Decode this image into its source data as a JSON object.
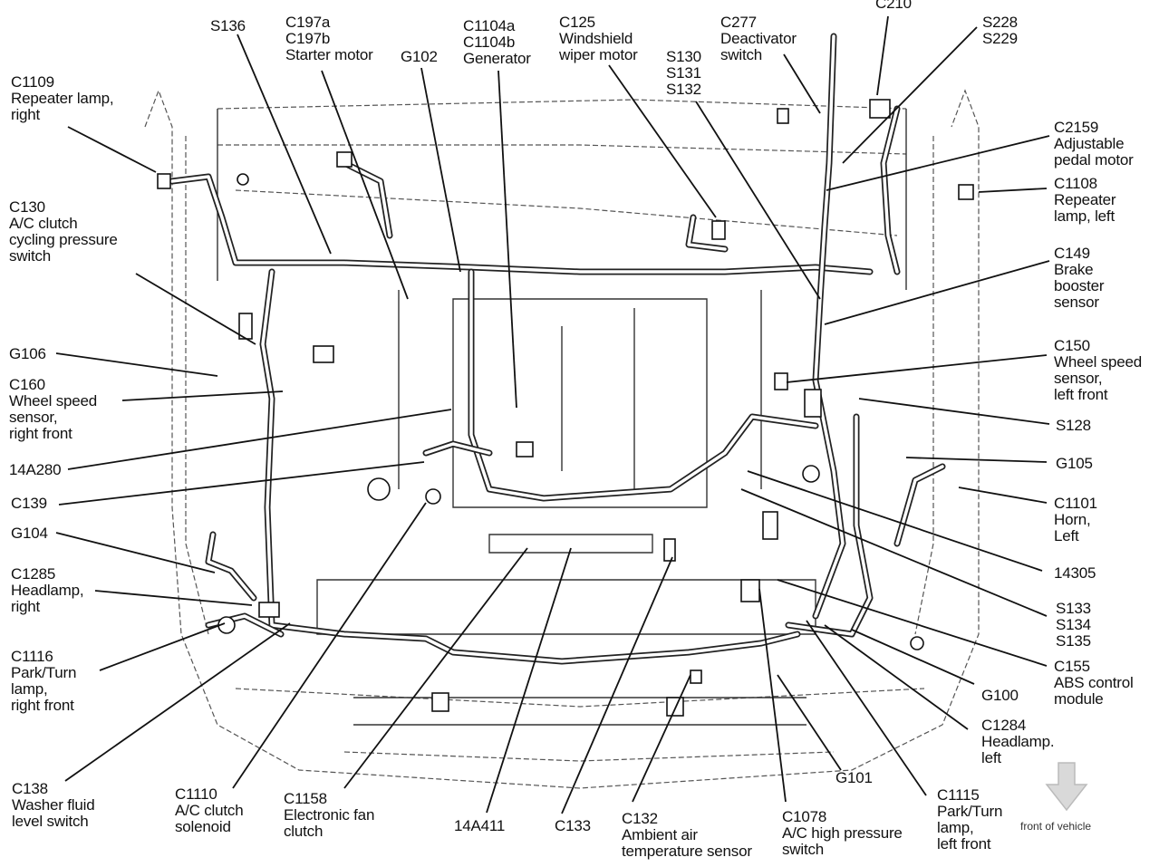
{
  "diagram": {
    "title": "Engine compartment wiring harness component locator",
    "orientation_note": "front of vehicle",
    "orientation_icon": "down-arrow-icon",
    "arrow_color": "#d9d9d9",
    "labels": [
      {
        "id": "c1109",
        "lines": [
          "C1109",
          "Repeater lamp,",
          "right"
        ]
      },
      {
        "id": "s136",
        "lines": [
          "S136"
        ]
      },
      {
        "id": "c197",
        "lines": [
          "C197a",
          "C197b",
          "Starter motor"
        ]
      },
      {
        "id": "g102",
        "lines": [
          "G102"
        ]
      },
      {
        "id": "c1104",
        "lines": [
          "C1104a",
          "C1104b",
          "Generator"
        ]
      },
      {
        "id": "c125",
        "lines": [
          "C125",
          "Windshield",
          "wiper motor"
        ]
      },
      {
        "id": "s130",
        "lines": [
          "S130",
          "S131",
          "S132"
        ]
      },
      {
        "id": "c277",
        "lines": [
          "C277",
          "Deactivator",
          "switch"
        ]
      },
      {
        "id": "c210",
        "lines": [
          "C210"
        ]
      },
      {
        "id": "s228",
        "lines": [
          "S228",
          "S229"
        ]
      },
      {
        "id": "c2159",
        "lines": [
          "C2159",
          "Adjustable",
          "pedal motor"
        ]
      },
      {
        "id": "c1108",
        "lines": [
          "C1108",
          "Repeater",
          "lamp, left"
        ]
      },
      {
        "id": "c149",
        "lines": [
          "C149",
          "Brake",
          "booster",
          "sensor"
        ]
      },
      {
        "id": "c150",
        "lines": [
          "C150",
          "Wheel speed",
          "sensor,",
          "left front"
        ]
      },
      {
        "id": "s128",
        "lines": [
          "S128"
        ]
      },
      {
        "id": "g105",
        "lines": [
          "G105"
        ]
      },
      {
        "id": "c1101",
        "lines": [
          "C1101",
          "Horn,",
          "Left"
        ]
      },
      {
        "id": "n14305",
        "lines": [
          "14305"
        ]
      },
      {
        "id": "s133",
        "lines": [
          "S133",
          "S134",
          "S135"
        ]
      },
      {
        "id": "c155",
        "lines": [
          "C155",
          "ABS control",
          "module"
        ]
      },
      {
        "id": "g100",
        "lines": [
          "G100"
        ]
      },
      {
        "id": "c1284",
        "lines": [
          "C1284",
          "Headlamp.",
          "left"
        ]
      },
      {
        "id": "g101",
        "lines": [
          "G101"
        ]
      },
      {
        "id": "c1115",
        "lines": [
          "C1115",
          "Park/Turn",
          "lamp,",
          "left front"
        ]
      },
      {
        "id": "c1078",
        "lines": [
          "C1078",
          "A/C high pressure",
          "switch"
        ]
      },
      {
        "id": "c132",
        "lines": [
          "C132",
          "Ambient air",
          "temperature sensor"
        ]
      },
      {
        "id": "c133",
        "lines": [
          "C133"
        ]
      },
      {
        "id": "n14a411",
        "lines": [
          "14A411"
        ]
      },
      {
        "id": "c1158",
        "lines": [
          "C1158",
          "Electronic fan",
          "clutch"
        ]
      },
      {
        "id": "c1110",
        "lines": [
          "C1110",
          "A/C clutch",
          "solenoid"
        ]
      },
      {
        "id": "c138",
        "lines": [
          "C138",
          "Washer fluid",
          "level switch"
        ]
      },
      {
        "id": "c1116",
        "lines": [
          "C1116",
          "Park/Turn",
          "lamp,",
          "right front"
        ]
      },
      {
        "id": "c1285",
        "lines": [
          "C1285",
          "Headlamp,",
          "right"
        ]
      },
      {
        "id": "g104",
        "lines": [
          "G104"
        ]
      },
      {
        "id": "c139",
        "lines": [
          "C139"
        ]
      },
      {
        "id": "n14a280",
        "lines": [
          "14A280"
        ]
      },
      {
        "id": "c160",
        "lines": [
          "C160",
          "Wheel speed",
          "sensor,",
          "right front"
        ]
      },
      {
        "id": "g106",
        "lines": [
          "G106"
        ]
      },
      {
        "id": "c130",
        "lines": [
          "C130",
          "A/C clutch",
          "cycling pressure",
          "switch"
        ]
      }
    ]
  }
}
